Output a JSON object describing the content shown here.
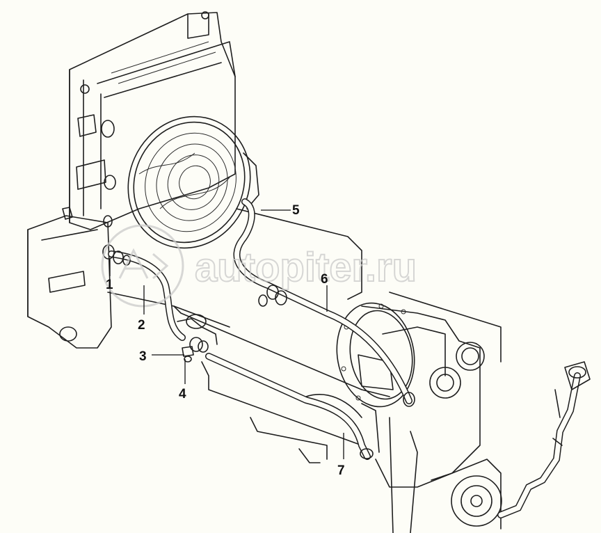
{
  "callouts": [
    {
      "id": "1",
      "label": "1"
    },
    {
      "id": "2",
      "label": "2"
    },
    {
      "id": "3",
      "label": "3"
    },
    {
      "id": "4",
      "label": "4"
    },
    {
      "id": "5",
      "label": "5"
    },
    {
      "id": "6",
      "label": "6"
    },
    {
      "id": "7",
      "label": "7"
    }
  ],
  "watermark": {
    "text": "autopiter.ru"
  },
  "colors": {
    "line": "#1e1e1e",
    "background": "#fdfdf7",
    "watermark": "#c9c9c9"
  }
}
